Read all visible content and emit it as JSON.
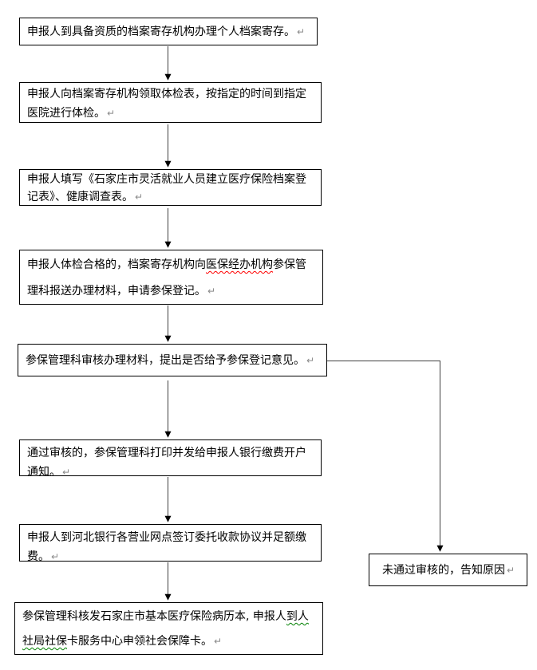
{
  "flow": {
    "return_mark": "↵",
    "boxes": {
      "archive": {
        "text": "申报人到具备资质的档案寄存机构办理个人档案寄存。"
      },
      "exam": {
        "text": "申报人向档案寄存机构领取体检表，按指定的时间到指定医院进行体检。"
      },
      "forms": {
        "text": "申报人填写《石家庄市灵活就业人员建立医疗保险档案登记表》、健康调查表。"
      },
      "submit": {
        "pre": "申报人体检合格的，档案寄存机构向",
        "flagged": "医保经办机构",
        "post": "参保管理科报送办理材料，申请参保登记。"
      },
      "review": {
        "text": "参保管理科审核办理材料，提出是否给予参保登记意见。"
      },
      "notice": {
        "text": "通过审核的，参保管理科打印并发给申报人银行缴费开户通知。"
      },
      "bank": {
        "text": "申报人到河北银行各营业网点签订委托收款协议并足额缴费。"
      },
      "cards": {
        "pre": "参保管理科核发石家庄市基本医疗保险病历本, 申报人",
        "flagged": "到人社局社保",
        "post": "卡服务中心申领社会保障卡。"
      },
      "reject": {
        "text": "未通过审核的，告知原因"
      }
    }
  },
  "colors": {
    "box_border": "#000000",
    "text": "#000000",
    "connector_line": "#404040",
    "arrowhead": "#000000",
    "return_mark": "#8a8a8a",
    "spellcheck_red": "#ff0000",
    "spellcheck_green": "#008000",
    "background": "#ffffff"
  }
}
